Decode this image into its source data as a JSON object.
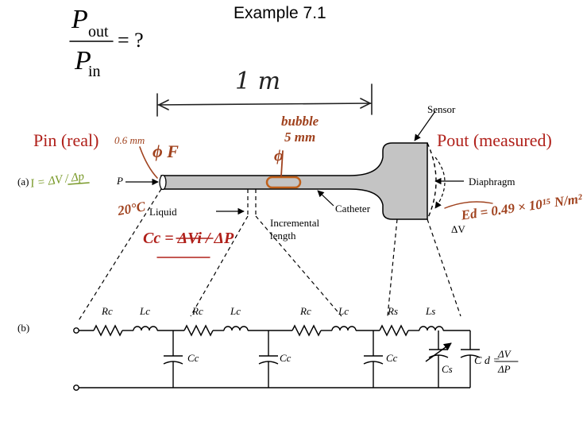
{
  "title": "Example 7.1",
  "formula": {
    "numerator": "P",
    "num_sub": "out",
    "denominator": "P",
    "den_sub": "in",
    "rhs": "= ?"
  },
  "pin_label": "Pin (real)",
  "pout_label": "Pout (measured)",
  "panel_a": "(a)",
  "panel_b": "(b)",
  "diagram_labels": {
    "sensor": "Sensor",
    "diaphragm": "Diaphragm",
    "p": "P",
    "liquid": "Liquid",
    "catheter": "Catheter",
    "incremental_1": "Incremental",
    "incremental_2": "length",
    "delta_v": "ΔV"
  },
  "circuit_labels": {
    "rc1": "Rc",
    "lc1": "Lc",
    "rc2": "Rc",
    "lc2": "Lc",
    "rc3": "Rc",
    "lc3": "Lc",
    "rs": "Rs",
    "ls": "Ls",
    "cc1": "Cc",
    "cc2": "Cc",
    "cc3": "Cc",
    "cs": "Cs",
    "cd_lhs": "C d =",
    "cd_num": "ΔV",
    "cd_den": "ΔP"
  },
  "handwritten": {
    "length": "1 m",
    "bubble_1": "bubble",
    "bubble_2": "5 mm",
    "bubble_phi": "ϕ",
    "tube_dia": "0.6 mm",
    "temp_f": "ϕ F",
    "temp_c": "20°C",
    "compliance_left": "I = ΔV / Δp",
    "compliance_c": "Cc = ΔVi / ΔP",
    "ed": "Ed = 0.49 × 10¹⁵ N/m²"
  }
}
